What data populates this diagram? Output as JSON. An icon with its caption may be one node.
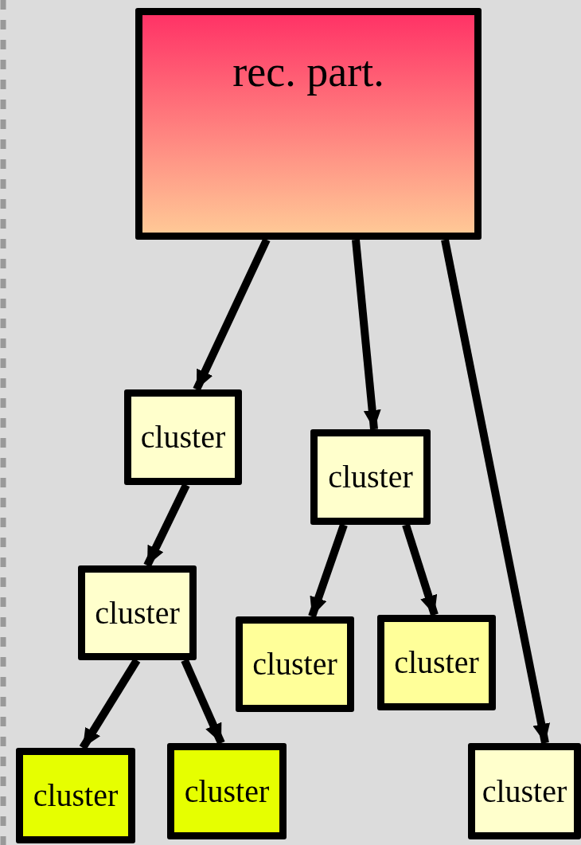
{
  "diagram": {
    "nodes": [
      {
        "text": [
          "rec. part."
        ]
      },
      {
        "text": [
          "cluster"
        ]
      },
      {
        "text": [
          "cluster"
        ]
      },
      {
        "text": [
          "cluster"
        ]
      },
      {
        "text": [
          "cluster"
        ]
      },
      {
        "text": [
          "cluster"
        ]
      },
      {
        "text": [
          "cluster"
        ]
      },
      {
        "text": [
          "cluster"
        ]
      },
      {
        "text": [
          "cluster"
        ]
      }
    ],
    "edges": [
      {
        "from": 0,
        "to": 1,
        "arrow": "to"
      },
      {
        "from": 0,
        "to": 2,
        "arrow": "to"
      },
      {
        "from": 0,
        "to": 8,
        "arrow": "to"
      },
      {
        "from": 1,
        "to": 3,
        "arrow": "to"
      },
      {
        "from": 2,
        "to": 4,
        "arrow": "to"
      },
      {
        "from": 2,
        "to": 5,
        "arrow": "to"
      },
      {
        "from": 3,
        "to": 6,
        "arrow": "to"
      },
      {
        "from": 3,
        "to": 7,
        "arrow": "to"
      }
    ]
  }
}
